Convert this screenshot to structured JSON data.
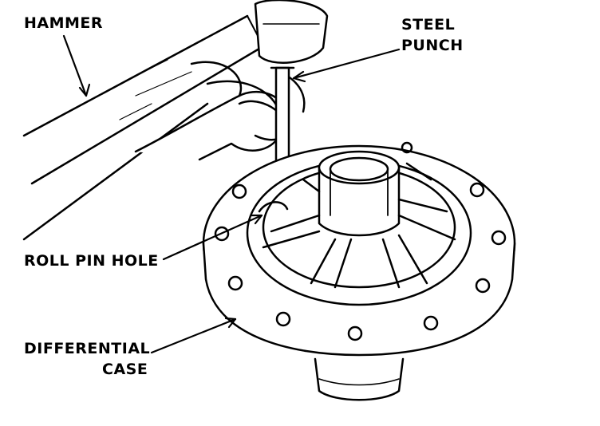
{
  "labels": {
    "hammer": "HAMMER",
    "steel_punch_line1": "STEEL",
    "steel_punch_line2": "PUNCH",
    "roll_pin_hole": "ROLL PIN HOLE",
    "differential_case_line1": "DIFFERENTIAL",
    "differential_case_line2": "CASE"
  },
  "colors": {
    "ink": "#000000",
    "paper": "#ffffff"
  }
}
